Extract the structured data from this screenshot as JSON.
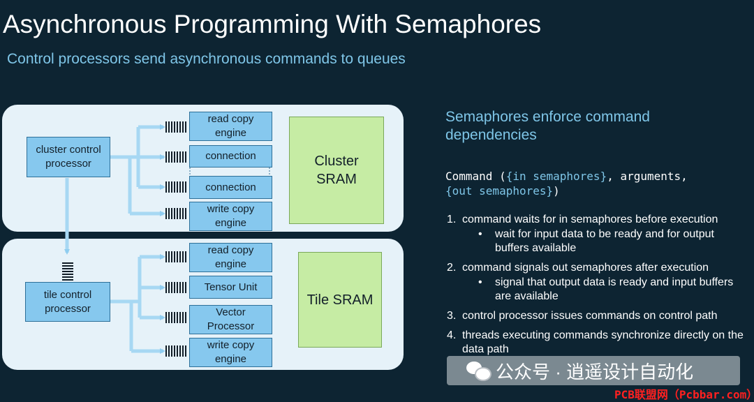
{
  "title": "Asynchronous Programming With Semaphores",
  "subtitle": "Control processors send asynchronous commands to queues",
  "cluster": {
    "control_processor": "cluster control processor",
    "engines": [
      "read copy engine",
      "connection",
      "connection",
      "write copy engine"
    ],
    "sram": "Cluster SRAM"
  },
  "tile": {
    "control_processor": "tile control processor",
    "engines": [
      "read copy engine",
      "Tensor Unit",
      "Vector Processor",
      "write copy engine"
    ],
    "sram": "Tile SRAM"
  },
  "right": {
    "heading": "Semaphores enforce command dependencies",
    "code": {
      "command": "Command (",
      "in_sem": "{in semaphores}",
      "args": ", arguments,",
      "out_sem": "{out semaphores}",
      "close": ")"
    },
    "list": [
      {
        "num": "1.",
        "text": "command waits for in semaphores before execution",
        "sub": "wait for input data to be ready and for output buffers available"
      },
      {
        "num": "2.",
        "text": "command signals out semaphores after execution",
        "sub": "signal that output data is ready and input buffers are available"
      },
      {
        "num": "3.",
        "text": "control processor issues commands on control path"
      },
      {
        "num": "4.",
        "text": "threads executing commands synchronize directly on the data path"
      }
    ],
    "bullet": "•"
  },
  "watermark": {
    "text": "公众号 · 逍遥设计自动化",
    "icon": "wechat-icon"
  },
  "source_mark": "PCB联盟网（Pcbbar.com）",
  "colors": {
    "background": "#0d2432",
    "accent": "#7fc6e8",
    "panel": "#e6f2f9",
    "box": "#86c8ee",
    "sram": "#c6eca4"
  }
}
